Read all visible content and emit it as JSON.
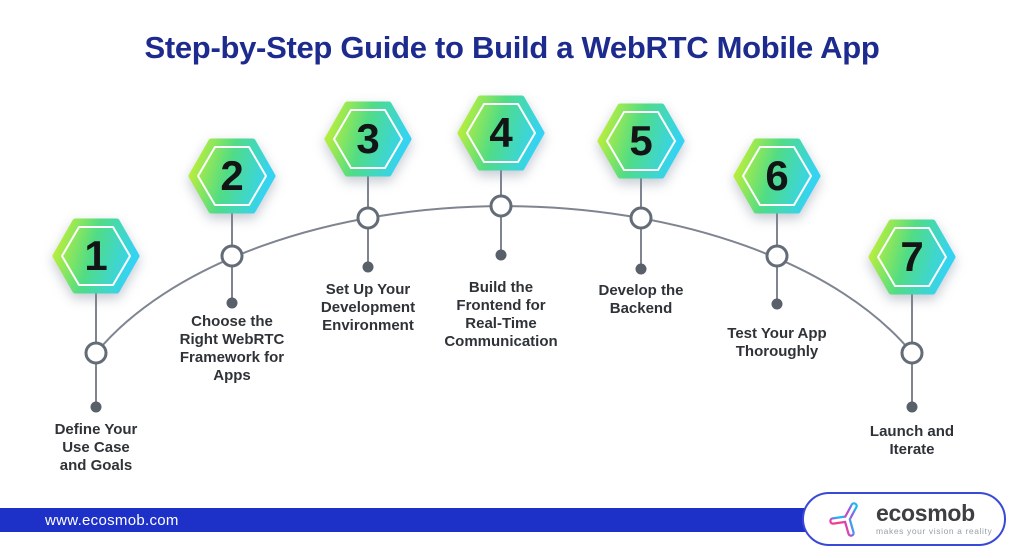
{
  "title": "Step-by-Step Guide to Build a WebRTC Mobile App",
  "steps": [
    {
      "number": "1",
      "label": "Define Your\nUse Case\nand Goals"
    },
    {
      "number": "2",
      "label": "Choose the\nRight WebRTC\nFramework for\nApps"
    },
    {
      "number": "3",
      "label": "Set Up Your\nDevelopment\nEnvironment"
    },
    {
      "number": "4",
      "label": "Build the\nFrontend for\nReal-Time\nCommunication"
    },
    {
      "number": "5",
      "label": "Develop the\nBackend"
    },
    {
      "number": "6",
      "label": "Test Your App\nThoroughly"
    },
    {
      "number": "7",
      "label": "Launch and\nIterate"
    }
  ],
  "footer": {
    "url": "www.ecosmob.com",
    "brand": "ecosmob",
    "tagline": "makes your vision a reality"
  },
  "colors": {
    "title_text": "#1c2b8d",
    "hexagon_gradient_left": "#c9f131",
    "hexagon_gradient_mid": "#50dc86",
    "hexagon_gradient_right": "#35d3f2",
    "connector_line": "#7e8590",
    "node_ring": "#646c77",
    "end_dot": "#596069",
    "label_text": "#2f3338",
    "footer_bar": "#1d30c8",
    "logo_pink": "#ee3d96",
    "logo_cyan": "#22b6f0"
  }
}
